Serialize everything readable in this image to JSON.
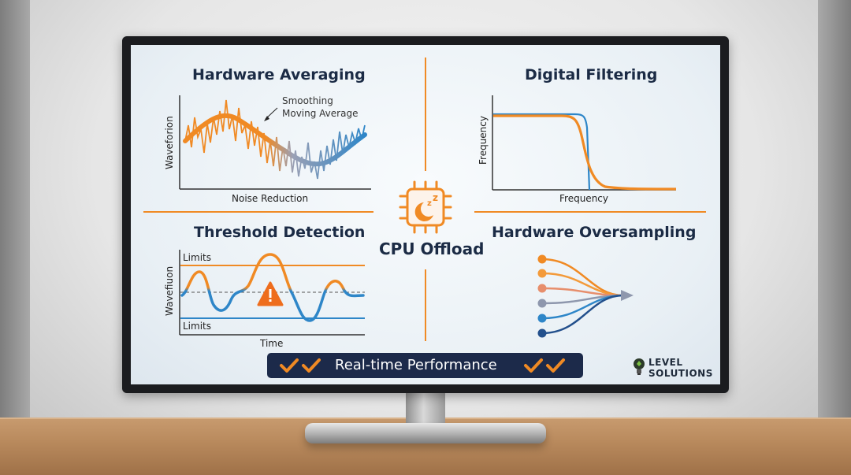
{
  "panels": {
    "averaging": {
      "title": "Hardware Averaging",
      "y_label": "Waveforion",
      "x_label": "Noise Reduction",
      "annotation_line1": "Smoothing",
      "annotation_line2": "Moving Average"
    },
    "filtering": {
      "title": "Digital Filtering",
      "y_label": "Frequency",
      "x_label": "Frequency"
    },
    "threshold": {
      "title": "Threshold Detection",
      "y_label": "Wavefiuon",
      "x_label": "Time",
      "upper_label": "Limits",
      "lower_label": "Limits"
    },
    "oversampling": {
      "title": "Hardware Oversampling"
    }
  },
  "center": {
    "label": "CPU Offload",
    "icon": "sleeping-cpu-icon"
  },
  "banner": {
    "text": "Real-time Performance",
    "icon": "checkmark-icon"
  },
  "logo": {
    "line1": "LEVEL",
    "line2": "SOLUTIONS",
    "icon": "lightbulb-icon"
  },
  "colors": {
    "orange": "#f08a24",
    "blue": "#2e86c8",
    "navy": "#1c2a4a",
    "title": "#1b2b45"
  }
}
